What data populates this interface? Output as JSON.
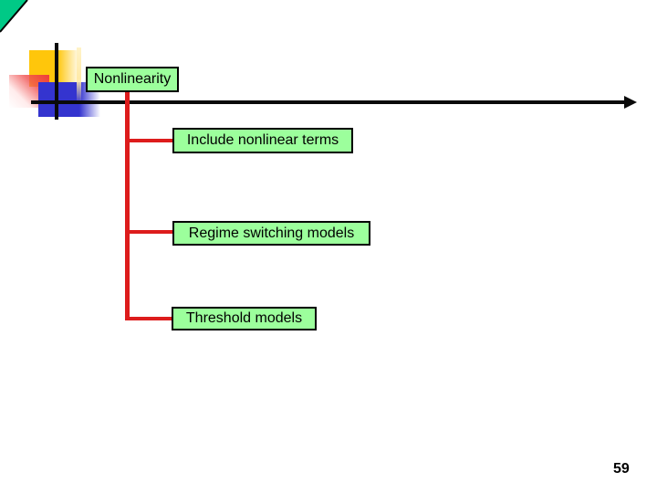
{
  "slide": {
    "page_number": "59"
  },
  "colors": {
    "box_fill": "#9cff9c",
    "box_border": "#000000",
    "connector": "#dd1c1c",
    "arrow": "#0a0a0a",
    "triangle": "#00c986",
    "square_yellow": "#ffc60b",
    "square_blue": "#3434cf",
    "square_pink": "#ef3b3b"
  },
  "diagram": {
    "root_label": "Nonlinearity",
    "branches": [
      {
        "label": "Include nonlinear terms"
      },
      {
        "label": "Regime switching models"
      },
      {
        "label": "Threshold models"
      }
    ]
  }
}
